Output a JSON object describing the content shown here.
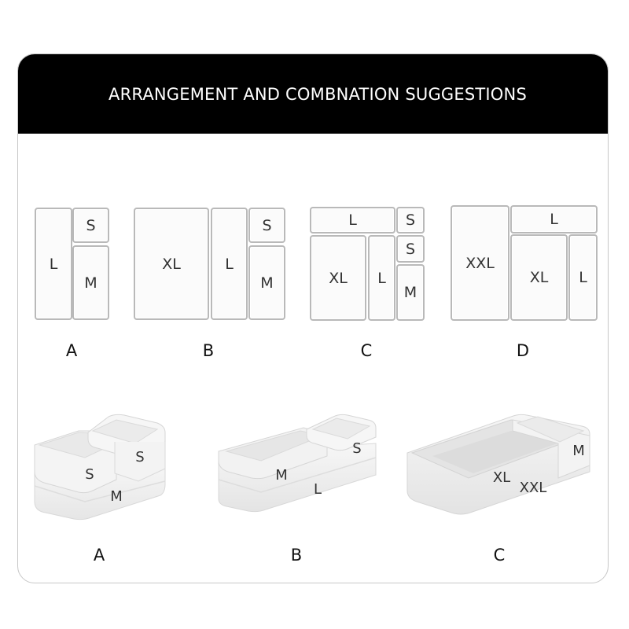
{
  "title": "ARRANGEMENT AND COMBNATION SUGGESTIONS",
  "layouts": [
    {
      "letter": "A",
      "boxes": [
        {
          "label": "L"
        },
        {
          "label": "S"
        },
        {
          "label": "M"
        }
      ]
    },
    {
      "letter": "B",
      "boxes": [
        {
          "label": "XL"
        },
        {
          "label": "L"
        },
        {
          "label": "S"
        },
        {
          "label": "M"
        }
      ]
    },
    {
      "letter": "C",
      "boxes": [
        {
          "label": "L"
        },
        {
          "label": "S"
        },
        {
          "label": "XL"
        },
        {
          "label": "L"
        },
        {
          "label": "S"
        },
        {
          "label": "M"
        }
      ]
    },
    {
      "letter": "D",
      "boxes": [
        {
          "label": "XXL"
        },
        {
          "label": "L"
        },
        {
          "label": "XL"
        },
        {
          "label": "L"
        }
      ]
    }
  ],
  "photos": [
    {
      "letter": "A",
      "labels": [
        "S",
        "S",
        "M"
      ]
    },
    {
      "letter": "B",
      "labels": [
        "M",
        "S",
        "L"
      ]
    },
    {
      "letter": "C",
      "labels": [
        "M",
        "XL",
        "XXL"
      ]
    }
  ]
}
